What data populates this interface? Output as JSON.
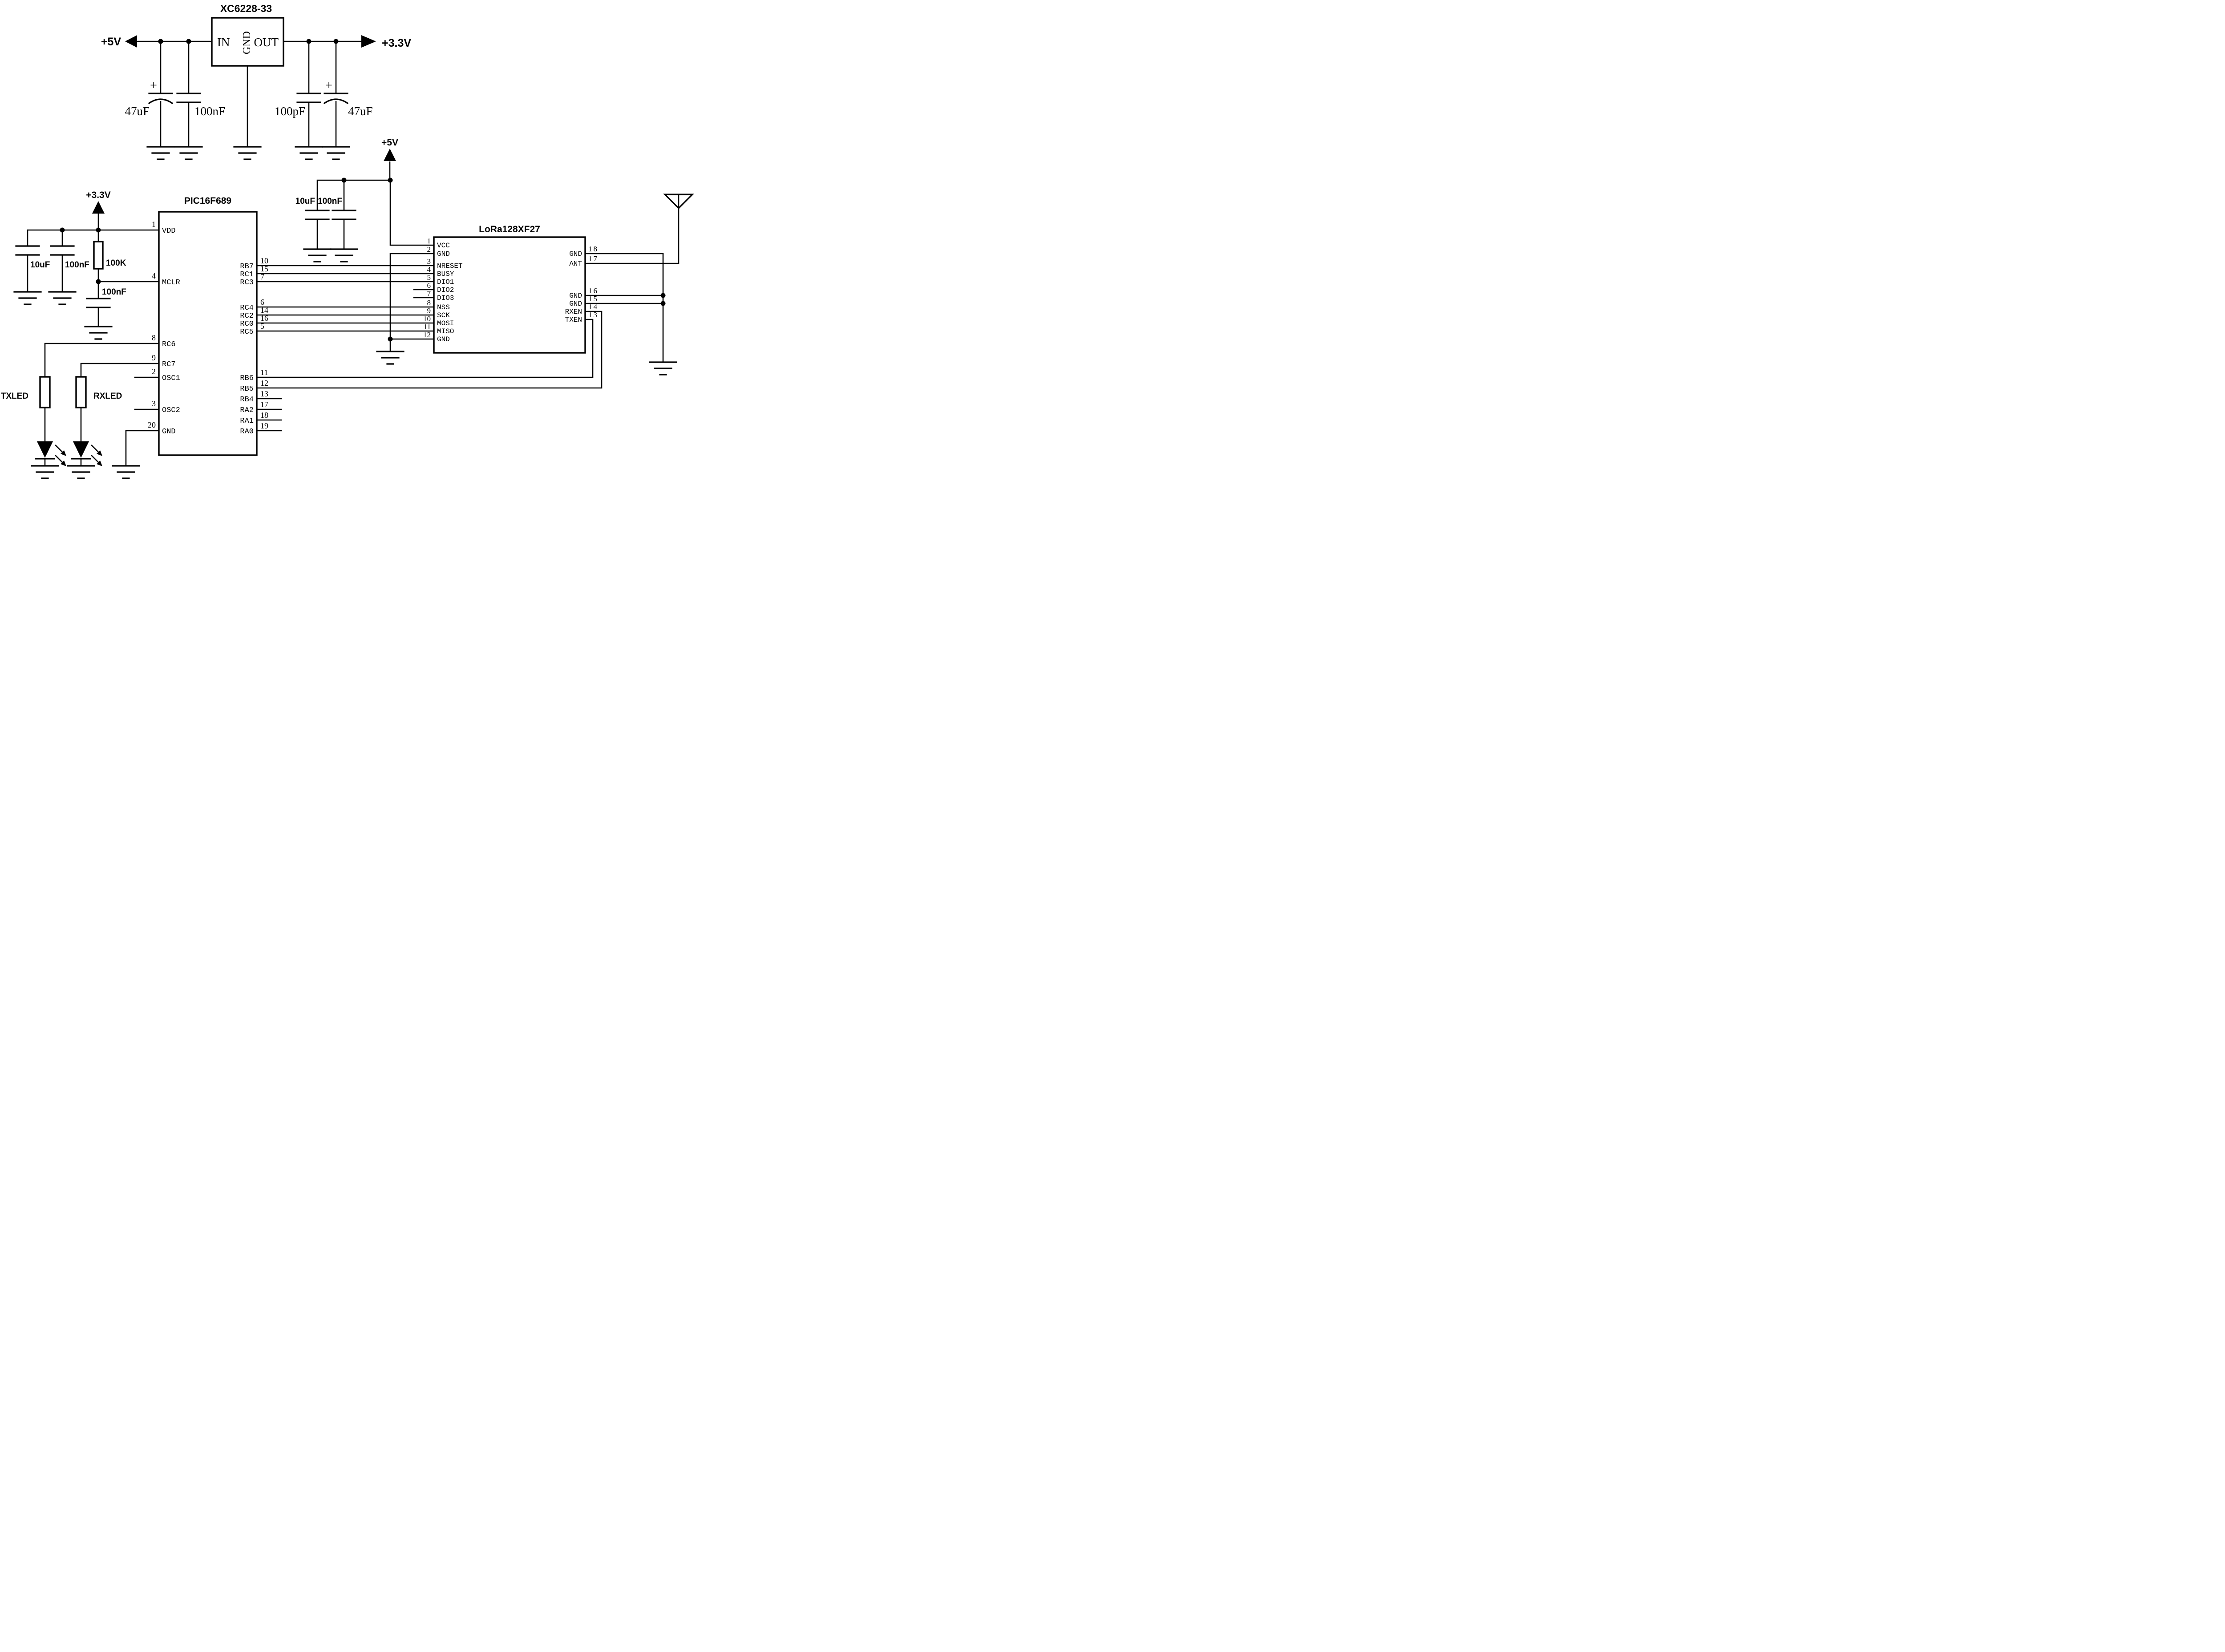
{
  "power": {
    "in_rail": "+5V",
    "out_rail": "+3.3V",
    "regulator": "XC6228-33",
    "pin_in": "IN",
    "pin_gnd": "GND",
    "pin_out": "OUT",
    "cap_in_bulk": "47uF",
    "cap_in_bypass": "100nF",
    "cap_out_bypass": "100pF",
    "cap_out_bulk": "47uF",
    "plus": "+"
  },
  "mcu": {
    "part": "PIC16F689",
    "rail": "+3.3V",
    "cap_bulk": "10uF",
    "cap_bypass": "100nF",
    "pullup": "100K",
    "mclr_cap": "100nF",
    "tx_led": "TXLED",
    "rx_led": "RXLED",
    "left_pins": [
      {
        "num": "1",
        "name": "VDD"
      },
      {
        "num": "4",
        "name": "MCLR"
      },
      {
        "num": "8",
        "name": "RC6"
      },
      {
        "num": "9",
        "name": "RC7"
      },
      {
        "num": "2",
        "name": "OSC1"
      },
      {
        "num": "3",
        "name": "OSC2"
      },
      {
        "num": "20",
        "name": "GND"
      }
    ],
    "right_pins": [
      {
        "num": "10",
        "name": "RB7"
      },
      {
        "num": "15",
        "name": "RC1"
      },
      {
        "num": "7",
        "name": "RC3"
      },
      {
        "num": "6",
        "name": "RC4"
      },
      {
        "num": "14",
        "name": "RC2"
      },
      {
        "num": "16",
        "name": "RC0"
      },
      {
        "num": "5",
        "name": "RC5"
      },
      {
        "num": "11",
        "name": "RB6"
      },
      {
        "num": "12",
        "name": "RB5"
      },
      {
        "num": "13",
        "name": "RB4"
      },
      {
        "num": "17",
        "name": "RA2"
      },
      {
        "num": "18",
        "name": "RA1"
      },
      {
        "num": "19",
        "name": "RA0"
      }
    ]
  },
  "radio": {
    "part": "LoRa128XF27",
    "rail": "+5V",
    "cap_bulk": "10uF",
    "cap_bypass": "100nF",
    "left_pins": [
      {
        "num": "1",
        "name": "VCC"
      },
      {
        "num": "2",
        "name": "GND"
      },
      {
        "num": "3",
        "name": "NRESET"
      },
      {
        "num": "4",
        "name": "BUSY"
      },
      {
        "num": "5",
        "name": "DIO1"
      },
      {
        "num": "6",
        "name": "DIO2"
      },
      {
        "num": "7",
        "name": "DIO3"
      },
      {
        "num": "8",
        "name": "NSS"
      },
      {
        "num": "9",
        "name": "SCK"
      },
      {
        "num": "10",
        "name": "MOSI"
      },
      {
        "num": "11",
        "name": "MISO"
      },
      {
        "num": "12",
        "name": "GND"
      }
    ],
    "right_pins": [
      {
        "num": "18",
        "name": "GND"
      },
      {
        "num": "17",
        "name": "ANT"
      },
      {
        "num": "16",
        "name": "GND"
      },
      {
        "num": "15",
        "name": "GND"
      },
      {
        "num": "14",
        "name": "RXEN"
      },
      {
        "num": "13",
        "name": "TXEN"
      }
    ]
  }
}
